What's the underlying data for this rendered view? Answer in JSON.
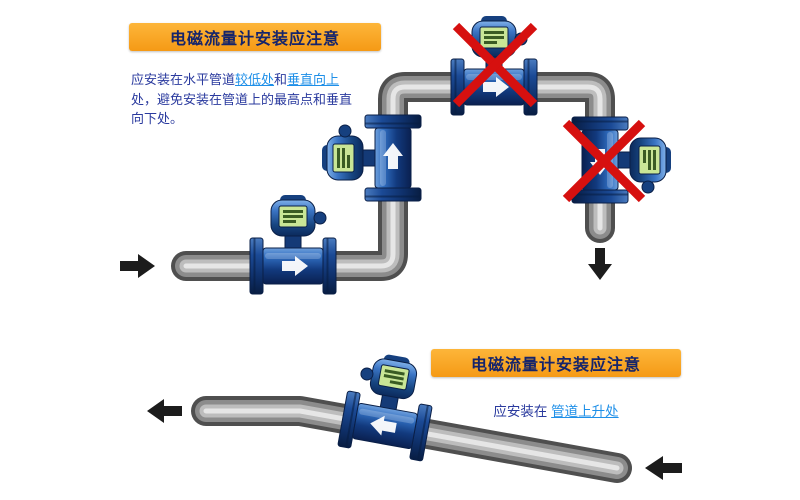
{
  "top_panel": {
    "title": "电磁流量计安装应注意",
    "desc": [
      {
        "text": "应安装在水平管道"
      },
      {
        "text": "较低处",
        "highlight": true
      },
      {
        "text": "和"
      },
      {
        "text": "垂直向上",
        "highlight": true
      },
      {
        "text": "处，避免安装在管道上的最高点和垂直向下处。"
      }
    ]
  },
  "bottom_panel": {
    "title": "电磁流量计安装应注意",
    "desc": [
      {
        "text": "应安装在 "
      },
      {
        "text": "管道上升处",
        "highlight": true
      }
    ]
  },
  "icons": {
    "flow_in_top": "arrow-right",
    "flow_out_top": "arrow-down",
    "flow_out_bottom": "arrow-left",
    "flow_in_bottom": "arrow-left",
    "wrong_install": "red-x"
  },
  "colors": {
    "badge_orange": "#f59a15",
    "title_text": "#15246b",
    "desc_text": "#2a3a9e",
    "highlight_text": "#1e8fe8",
    "error_red": "#d6100f",
    "meter_blue": "#123a7e",
    "lcd_green": "#c9e696",
    "pipe_gray": "#8c8c8c",
    "arrow_black": "#1c1c1c"
  }
}
